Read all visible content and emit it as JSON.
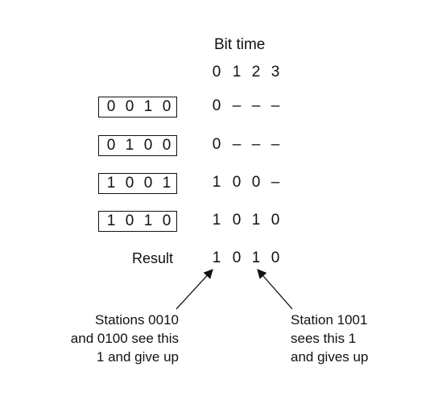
{
  "header": {
    "title": "Bit time",
    "bit_indices": [
      "0",
      "1",
      "2",
      "3"
    ]
  },
  "rows": [
    {
      "station_id": [
        "0",
        "0",
        "1",
        "0"
      ],
      "bits": [
        "0",
        "–",
        "–",
        "–"
      ]
    },
    {
      "station_id": [
        "0",
        "1",
        "0",
        "0"
      ],
      "bits": [
        "0",
        "–",
        "–",
        "–"
      ]
    },
    {
      "station_id": [
        "1",
        "0",
        "0",
        "1"
      ],
      "bits": [
        "1",
        "0",
        "0",
        "–"
      ]
    },
    {
      "station_id": [
        "1",
        "0",
        "1",
        "0"
      ],
      "bits": [
        "1",
        "0",
        "1",
        "0"
      ]
    }
  ],
  "result": {
    "label": "Result",
    "bits": [
      "1",
      "0",
      "1",
      "0"
    ]
  },
  "annotations": {
    "left": {
      "lines": [
        "Stations 0010",
        "and 0100 see this",
        "1 and give up"
      ]
    },
    "right": {
      "lines": [
        "Station 1001",
        "sees this 1",
        "and gives up"
      ]
    }
  }
}
